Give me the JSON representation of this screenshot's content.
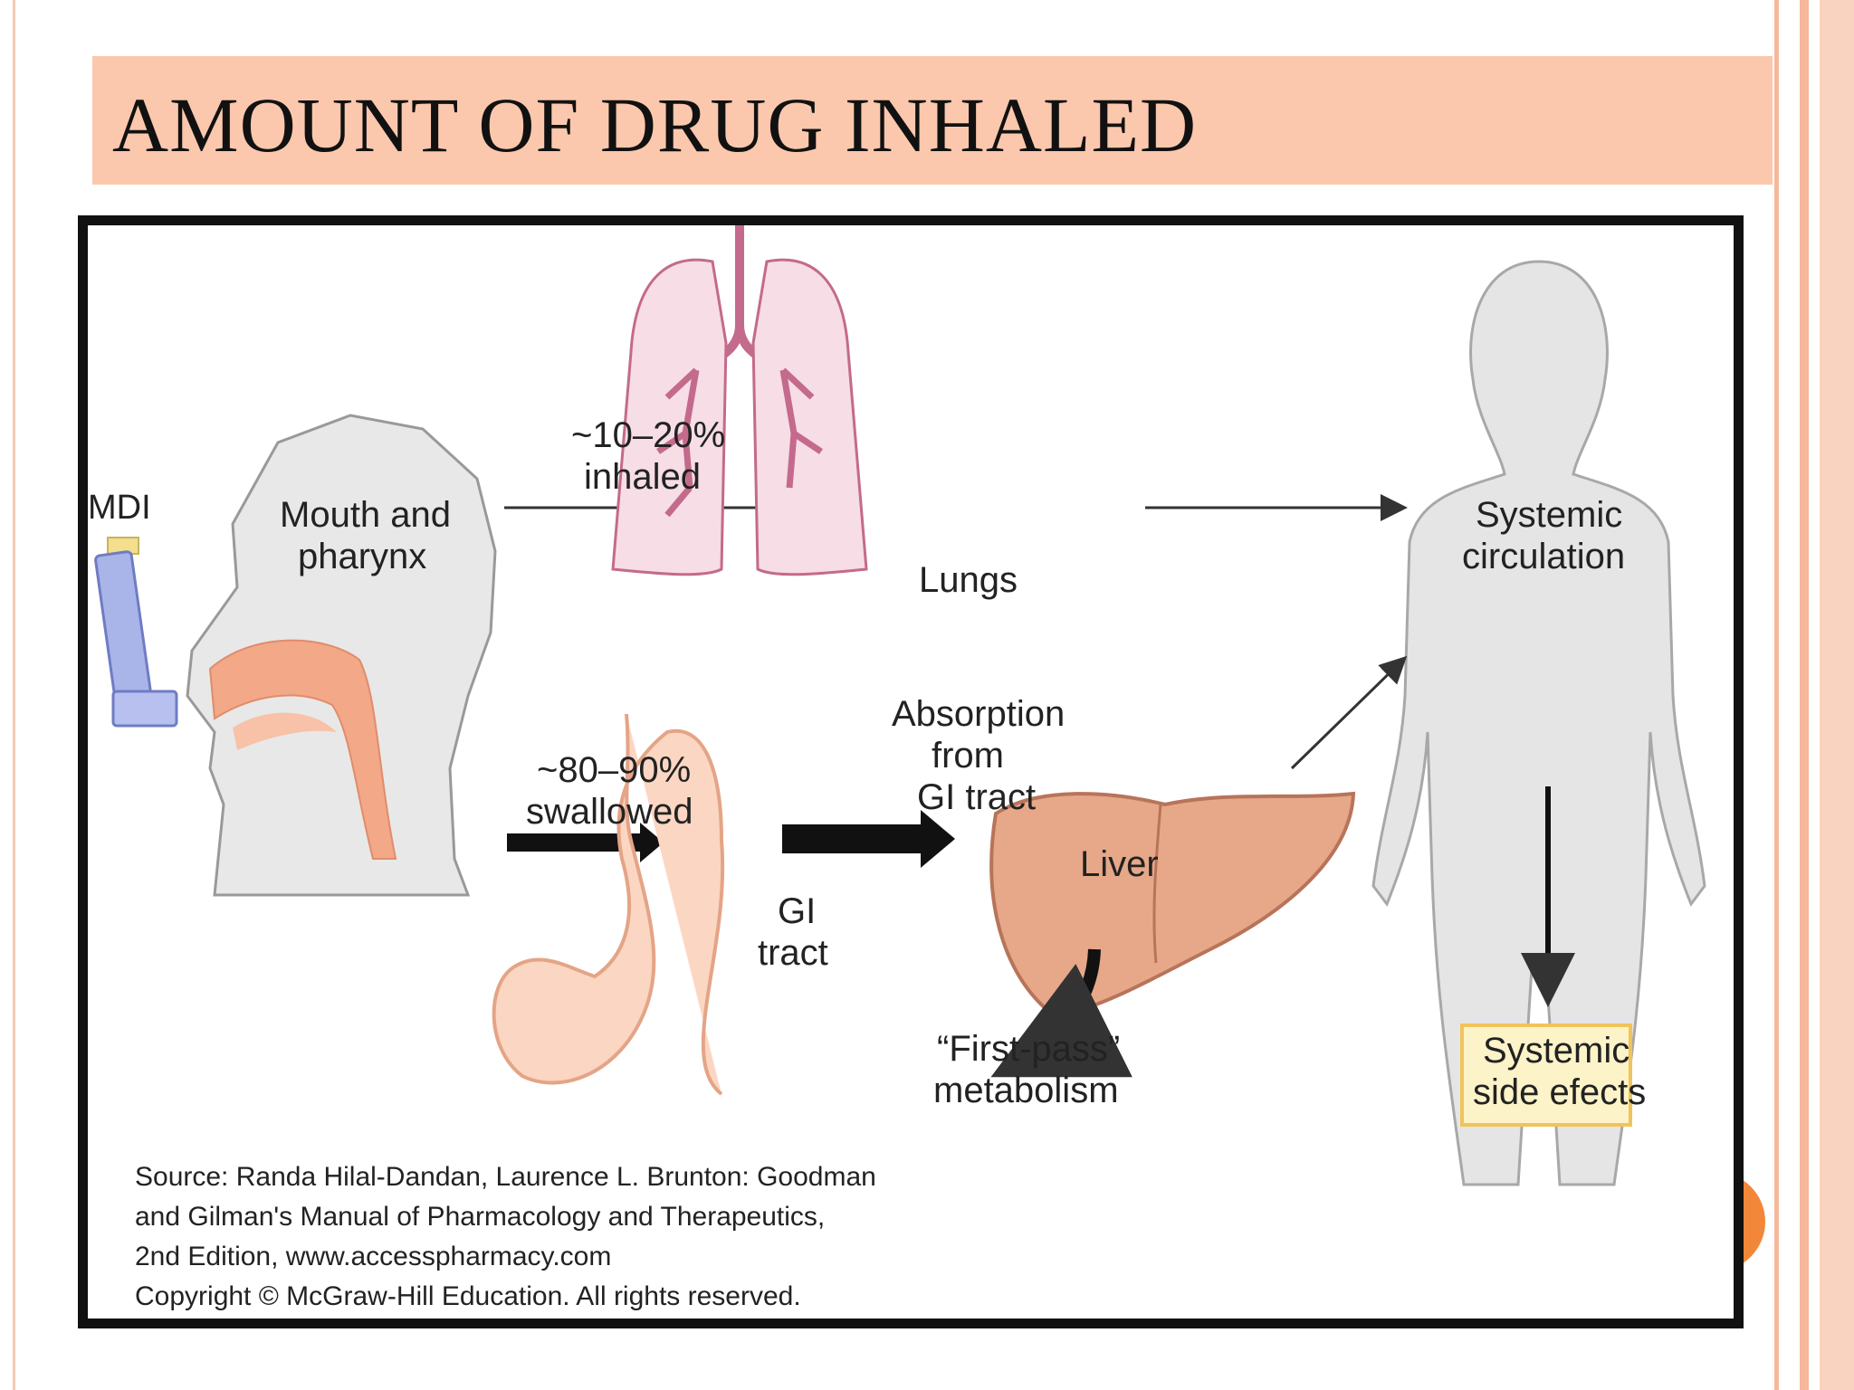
{
  "slide": {
    "title": "AMOUNT OF DRUG INHALED",
    "accent_color": "#fbc8ad",
    "dot_color": "#f2873a"
  },
  "figure": {
    "labels": {
      "mdi": "MDI",
      "mouth_line1": "Mouth and",
      "mouth_line2": "pharynx",
      "inhaled_line1": "~10–20%",
      "inhaled_line2": "inhaled",
      "lungs": "Lungs",
      "systemic_line1": "Systemic",
      "systemic_line2": "circulation",
      "swallowed_line1": "~80–90%",
      "swallowed_line2": "swallowed",
      "absorption_line1": "Absorption",
      "absorption_line2": "from",
      "absorption_line3": "GI tract",
      "gi_line1": "GI",
      "gi_line2": "tract",
      "liver": "Liver",
      "firstpass_line1": "“First-pass”",
      "firstpass_line2": "metabolism",
      "side_line1": "Systemic",
      "side_line2": "side efects"
    },
    "source": {
      "line1": "Source: Randa Hilal-Dandan, Laurence L. Brunton: Goodman",
      "line2": "and Gilman's Manual of Pharmacology and Therapeutics,",
      "line3": "2nd Edition, www.accesspharmacy.com",
      "line4": "Copyright © McGraw-Hill Education. All rights reserved."
    }
  }
}
